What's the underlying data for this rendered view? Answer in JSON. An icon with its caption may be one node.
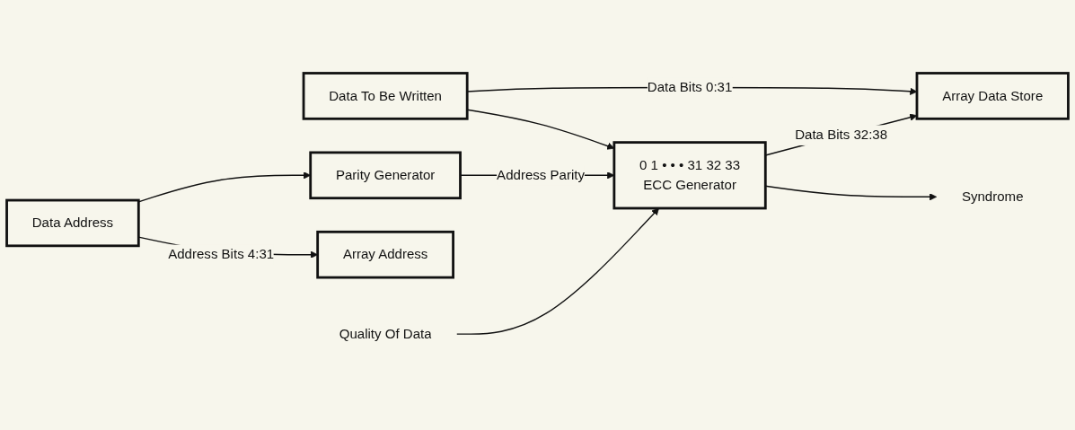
{
  "diagram": {
    "nodes": [
      {
        "text": [
          "Data To Be Written"
        ]
      },
      {
        "text": [
          "Parity Generator"
        ]
      },
      {
        "text": [
          "0 1 • • • 31 32 33",
          "ECC Generator"
        ]
      },
      {
        "text": [
          "Array Data Store"
        ]
      },
      {
        "text": [
          "Array Address"
        ]
      },
      {
        "text": [
          "Quality Of Data"
        ]
      },
      {
        "text": [
          "Syndrome"
        ]
      },
      {
        "text": [
          "Data Address"
        ]
      }
    ],
    "edges": [
      {
        "from": 0,
        "to": 3,
        "arrow": "to",
        "label": "Data Bits 0:31"
      },
      {
        "from": 0,
        "to": 2,
        "arrow": "to"
      },
      {
        "from": 2,
        "to": 3,
        "arrow": "to",
        "label": "Data Bits 32:38"
      },
      {
        "from": 1,
        "to": 2,
        "arrow": "to",
        "label": "Address Parity"
      },
      {
        "from": 2,
        "to": 6,
        "arrow": "to"
      },
      {
        "from": 5,
        "to": 2,
        "arrow": "to"
      },
      {
        "from": 7,
        "to": 4,
        "arrow": "to",
        "label": "Address Bits 4:31"
      },
      {
        "from": 7,
        "to": 1,
        "arrow": "to"
      }
    ]
  }
}
